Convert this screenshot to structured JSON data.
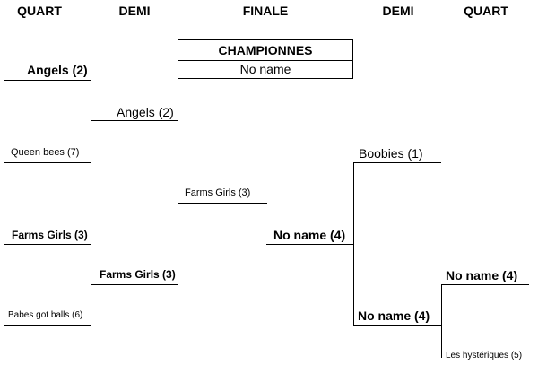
{
  "headers": {
    "left_quart": "QUART",
    "left_demi": "DEMI",
    "finale": "FINALE",
    "right_demi": "DEMI",
    "right_quart": "QUART"
  },
  "champion": {
    "title": "CHAMPIONNES",
    "value": "No name"
  },
  "left": {
    "quart": [
      "Angels (2)",
      "Queen bees (7)",
      "Farms Girls (3)",
      "Babes got balls (6)"
    ],
    "demi": [
      "Angels (2)",
      "Farms Girls (3)"
    ],
    "finale": "Farms Girls (3)"
  },
  "right": {
    "finale": "No name (4)",
    "demi": [
      "Boobies (1)",
      "No name (4)"
    ],
    "quart": [
      "No name (4)",
      "Les hystériques (5)"
    ]
  }
}
